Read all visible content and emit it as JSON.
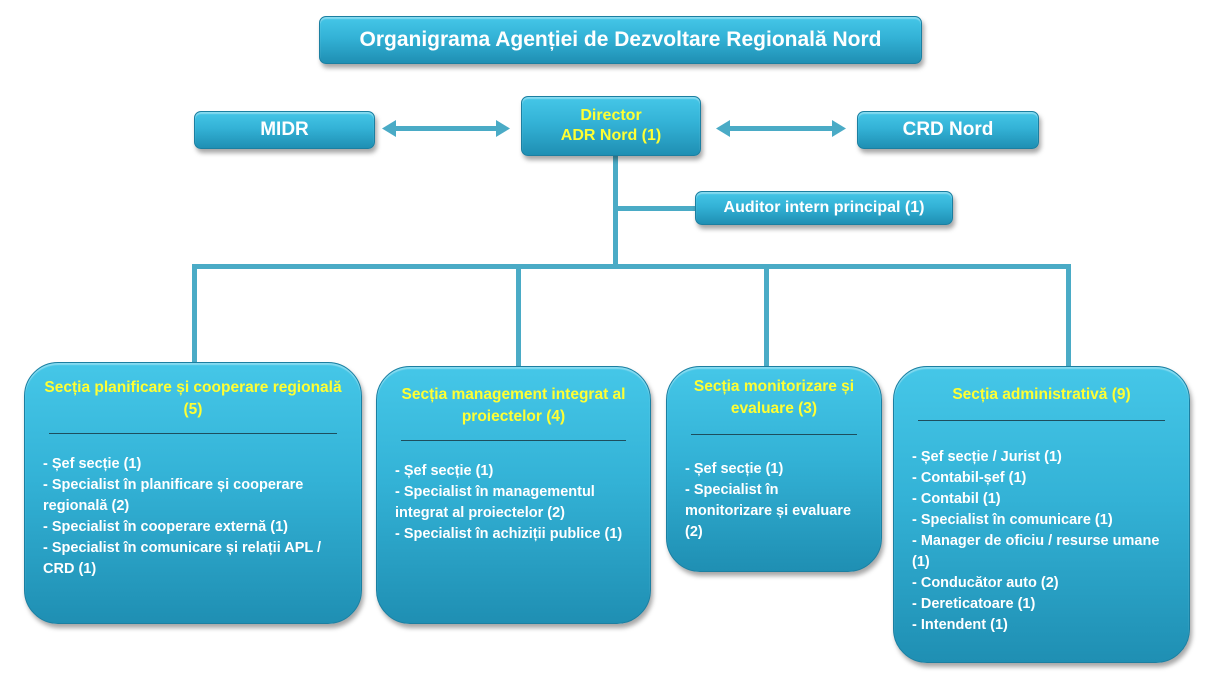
{
  "title": "Organigrama Agenției de Dezvoltare Regională Nord",
  "top_row": {
    "left": "MIDR",
    "center": {
      "line1": "Director",
      "line2": "ADR Nord (1)"
    },
    "right": "CRD Nord"
  },
  "auditor": "Auditor intern principal (1)",
  "sections": [
    {
      "title": "Secția planificare și cooperare regională (5)",
      "items": [
        "- Șef secție (1)",
        "- Specialist în planificare și cooperare regională (2)",
        "- Specialist în cooperare externă (1)",
        "- Specialist în comunicare și relații APL / CRD (1)"
      ]
    },
    {
      "title": "Secția management integrat al proiectelor (4)",
      "items": [
        "- Șef secție (1)",
        "- Specialist în managementul integrat al proiectelor (2)",
        "- Specialist în achiziții publice (1)"
      ]
    },
    {
      "title": "Secția monitorizare și evaluare (3)",
      "items": [
        "- Șef secție (1)",
        "- Specialist în monitorizare și evaluare (2)"
      ]
    },
    {
      "title": "Secția administrativă (9)",
      "items": [
        "- Șef secție / Jurist (1)",
        "- Contabil-șef (1)",
        "- Contabil (1)",
        "- Specialist în comunicare (1)",
        "- Manager de oficiu / resurse umane (1)",
        "- Conducător auto (2)",
        "- Dereticatoare (1)",
        "- Intendent (1)"
      ]
    }
  ],
  "colors": {
    "box": "#33b2d6",
    "highlight_text": "#ffff33",
    "connector": "#4aabc6"
  }
}
